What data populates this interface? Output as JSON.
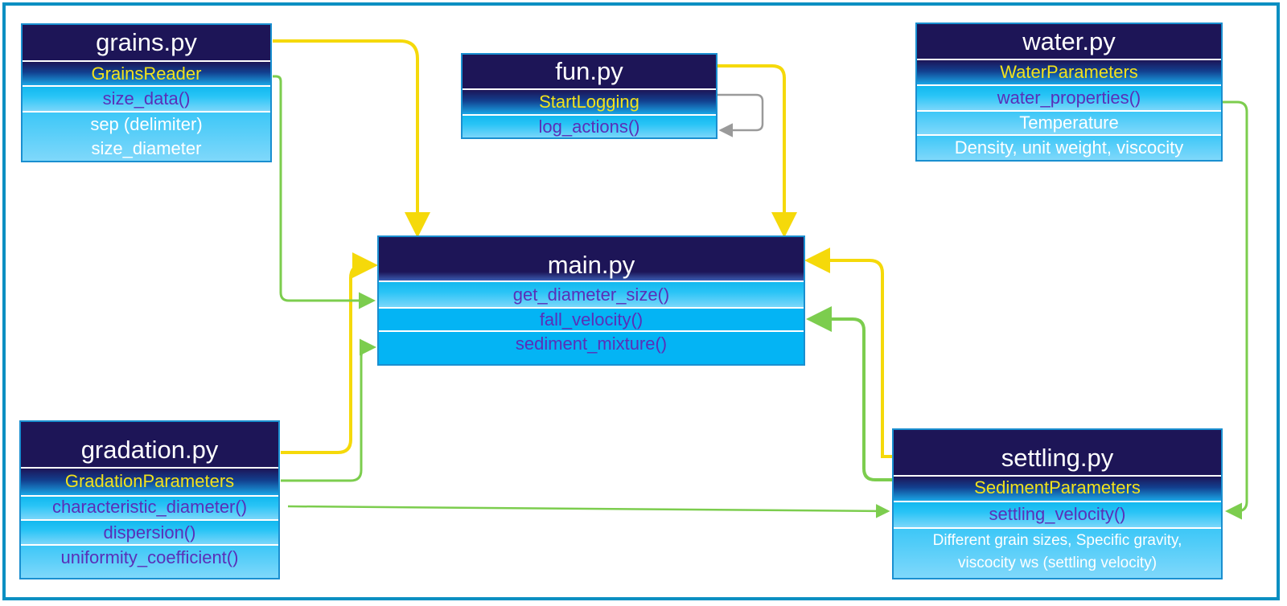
{
  "modules": {
    "grains": {
      "file": "grains.py",
      "class_name": "GrainsReader",
      "method": "size_data()",
      "attributes": [
        "sep (delimiter)",
        "size_diameter"
      ]
    },
    "fun": {
      "file": "fun.py",
      "class_name": "StartLogging",
      "method": "log_actions()"
    },
    "water": {
      "file": "water.py",
      "class_name": "WaterParameters",
      "method": "water_properties()",
      "attributes": [
        "Temperature",
        "Density, unit weight, viscocity"
      ]
    },
    "main": {
      "file": "main.py",
      "methods": [
        "get_diameter_size()",
        "fall_velocity()",
        "sediment_mixture()"
      ]
    },
    "gradation": {
      "file": "gradation.py",
      "class_name": "GradationParameters",
      "methods": [
        "characteristic_diameter()",
        "dispersion()",
        "uniformity_coefficient()"
      ]
    },
    "settling": {
      "file": "settling.py",
      "class_name": "SedimentParameters",
      "method": "settling_velocity()",
      "attribute_lines": [
        "Different grain sizes, Specific gravity,",
        "viscocity ws (settling velocity)"
      ]
    }
  },
  "colors": {
    "import_arrow": "#f5d90a",
    "call_arrow": "#7ccd4e",
    "self_arrow": "#9a9a9a",
    "title_bg": "#1d1557",
    "class_text": "#f2e21c",
    "method_text": "#5a2fb8",
    "frame": "#0a8fc2"
  }
}
